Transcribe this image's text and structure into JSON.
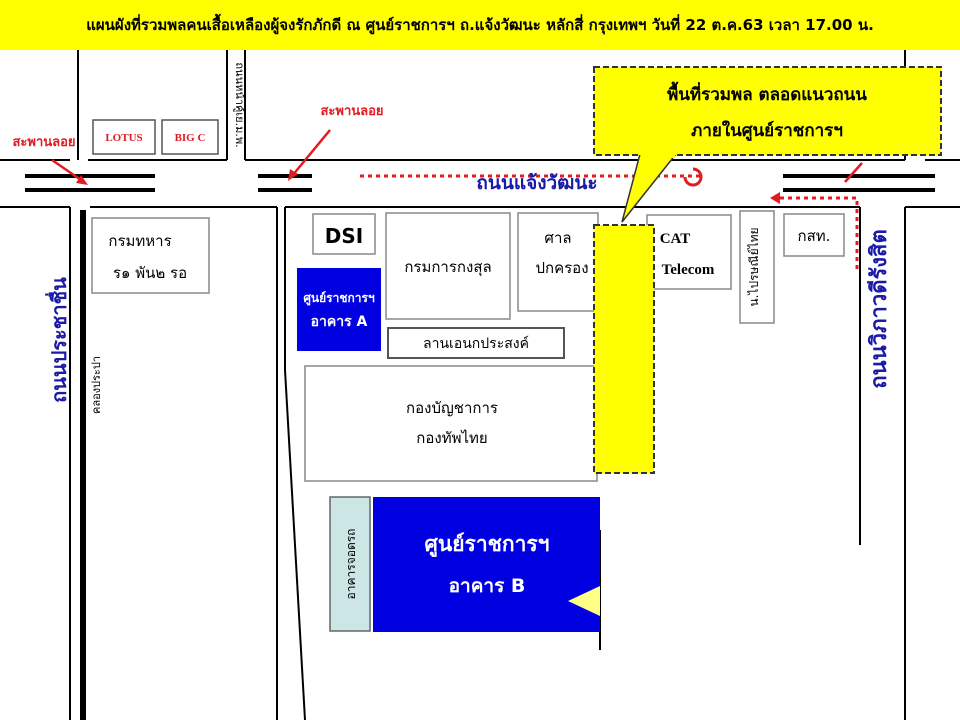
{
  "title": "แผนผังที่รวมพลคนเสื้อเหลืองผู้จงรักภักดี ณ ศูนย์ราชการฯ ถ.แจ้งวัฒนะ หลักสี่ กรุงเทพฯ วันที่ 22 ต.ค.63 เวลา 17.00 น.",
  "colors": {
    "highlight": "#ffff00",
    "building_blue": "#0000e0",
    "building_light": "#cce6e6",
    "road_label": "#1a1aa6",
    "bridge_label": "#e11b22"
  },
  "callout": {
    "line1": "พื้นที่รวมพล ตลอดแนวถนน",
    "line2": "ภายในศูนย์ราชการฯ"
  },
  "roads": {
    "chaengwattana": "ถนนแจ้งวัฒนะ",
    "prachachuen": "ถนนประชาชื่น",
    "vibhavadi": "ถนนวิภาวดีรังสิต",
    "canal": "คลองประปา",
    "alley": "ถนนหน้าคู้เย.ม.พ."
  },
  "bridges": {
    "left": "สะพานลอย",
    "center": "สะพานลอย"
  },
  "shops": {
    "lotus": "LOTUS",
    "bigc": "BIG C"
  },
  "buildings": {
    "army_l1": "กรมทหาร",
    "army_l2": "ร๑ พัน๒ รอ",
    "dsi": "DSI",
    "a_l1": "ศูนย์ราชการฯ",
    "a_l2": "อาคาร A",
    "consular": "กรมการกงสุล",
    "court_l1": "ศาล",
    "court_l2": "ปกครอง",
    "cat_l1": "CAT",
    "cat_l2": "Telecom",
    "post": "น.ไปรษณีย์ไทย",
    "kst": "กสท.",
    "plaza": "ลานเอนกประสงค์",
    "hq_l1": "กองบัญชาการ",
    "hq_l2": "กองทัพไทย",
    "parking": "อาคารจอดรถ",
    "b_l1": "ศูนย์ราชการฯ",
    "b_l2": "อาคาร B"
  }
}
